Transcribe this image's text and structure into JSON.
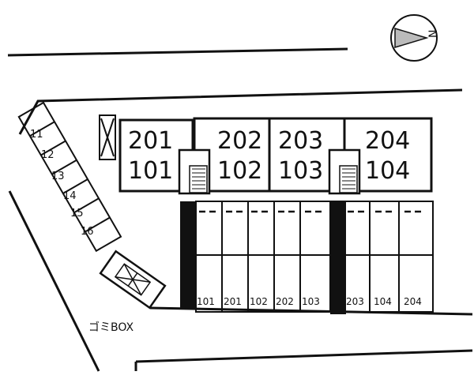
{
  "compass": {
    "label": "N",
    "icon": "north-arrow-icon"
  },
  "buildings": [
    {
      "upper": "201",
      "lower": "101"
    },
    {
      "upper": "202",
      "lower": "102"
    },
    {
      "upper": "203",
      "lower": "103"
    },
    {
      "upper": "204",
      "lower": "104"
    }
  ],
  "parking_left": [
    "11",
    "12",
    "13",
    "14",
    "15",
    "16"
  ],
  "parking_bottom": [
    "101",
    "201",
    "102",
    "202",
    "103",
    "203",
    "104",
    "204"
  ],
  "garbage": {
    "label": "ゴミBOX"
  },
  "colors": {
    "line": "#111111",
    "background": "#ffffff"
  }
}
